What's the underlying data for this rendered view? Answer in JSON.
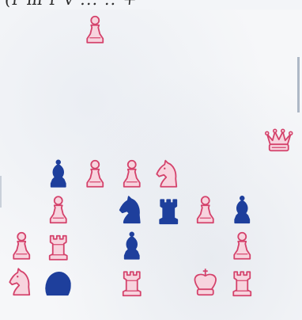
{
  "header": {
    "cropped_text": "(r m r  v   ...  ..   +"
  },
  "colors": {
    "pink": "#d4426b",
    "blue": "#1e3f9c",
    "paper": "#f6f7f9"
  },
  "pieces": [
    {
      "id": "pawn-a8",
      "type": "pawn",
      "color": "pink",
      "file": 3,
      "rank": 1
    },
    {
      "id": "queen-h5",
      "type": "queen",
      "color": "pink",
      "file": 8,
      "rank": 4
    },
    {
      "id": "bishop-b4",
      "type": "bishop",
      "color": "blue",
      "file": 2,
      "rank": 5
    },
    {
      "id": "pawn-c4",
      "type": "pawn",
      "color": "pink",
      "file": 3,
      "rank": 5
    },
    {
      "id": "pawn-d4",
      "type": "pawn",
      "color": "pink",
      "file": 4,
      "rank": 5
    },
    {
      "id": "knight-e4",
      "type": "knight",
      "color": "pink",
      "file": 5,
      "rank": 5
    },
    {
      "id": "pawn-b3",
      "type": "pawn",
      "color": "pink",
      "file": 2,
      "rank": 6
    },
    {
      "id": "knight-d3",
      "type": "knight",
      "color": "blue",
      "file": 4,
      "rank": 6
    },
    {
      "id": "rook-e3",
      "type": "rook",
      "color": "blue",
      "file": 5,
      "rank": 6
    },
    {
      "id": "pawn-f3",
      "type": "pawn",
      "color": "pink",
      "file": 6,
      "rank": 6
    },
    {
      "id": "bishop-g3",
      "type": "bishop",
      "color": "blue",
      "file": 7,
      "rank": 6
    },
    {
      "id": "pawn-a2",
      "type": "pawn",
      "color": "pink",
      "file": 1,
      "rank": 7
    },
    {
      "id": "rook-b2",
      "type": "rook",
      "color": "pink",
      "file": 2,
      "rank": 7
    },
    {
      "id": "bishop-d2",
      "type": "bishop",
      "color": "blue",
      "file": 4,
      "rank": 7
    },
    {
      "id": "pawn-g2",
      "type": "pawn",
      "color": "pink",
      "file": 7,
      "rank": 7
    },
    {
      "id": "knight-a1",
      "type": "knight",
      "color": "pink",
      "file": 1,
      "rank": 8
    },
    {
      "id": "blob-b1",
      "type": "blob",
      "color": "blue",
      "file": 2,
      "rank": 8
    },
    {
      "id": "rook-d1",
      "type": "rook",
      "color": "pink",
      "file": 4,
      "rank": 8
    },
    {
      "id": "king-f1",
      "type": "king",
      "color": "pink",
      "file": 6,
      "rank": 8
    },
    {
      "id": "rook-g1",
      "type": "rook",
      "color": "pink",
      "file": 7,
      "rank": 8
    }
  ]
}
